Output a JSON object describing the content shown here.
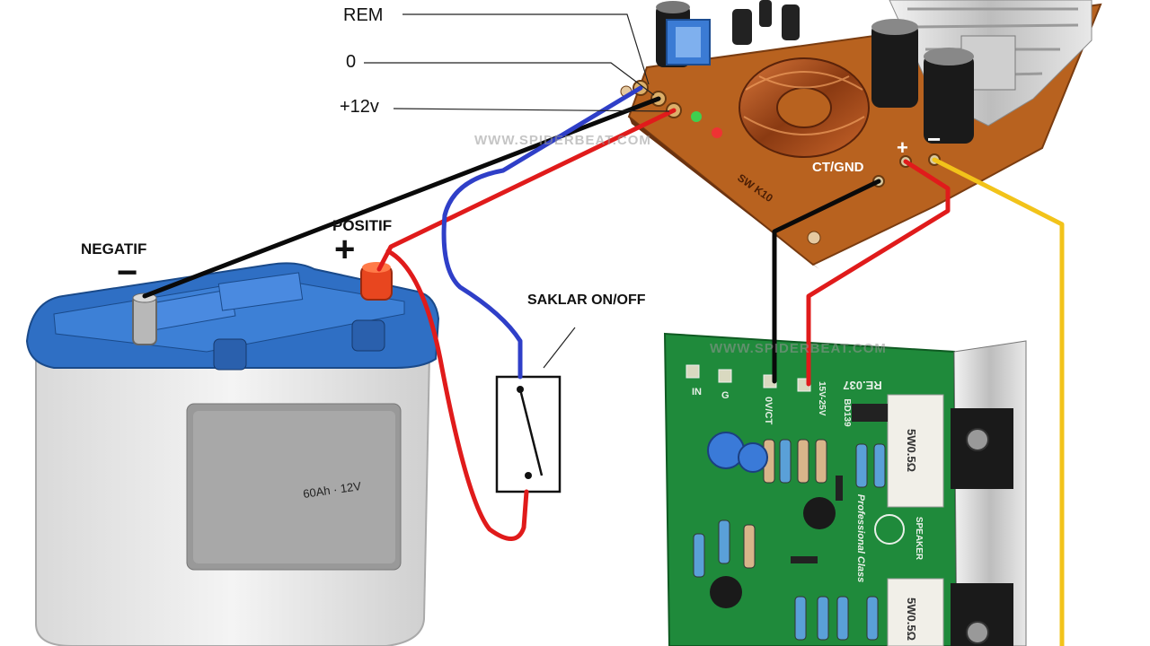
{
  "labels": {
    "rem": "REM",
    "zero": "0",
    "plus12v": "+12v",
    "positif": "POSITIF",
    "negatif": "NEGATIF",
    "plus_sign": "+",
    "minus_sign": "−",
    "saklar": "SAKLAR ON/OFF",
    "ct_gnd": "CT/GND",
    "out_plus": "+",
    "out_minus": "−"
  },
  "watermarks": {
    "top": "WWW.SPIDERBEAT.COM",
    "bottom": "WWW.SPIDERBEAT.COM"
  },
  "battery": {
    "rating": "60Ah · 12V"
  },
  "smps_board": {
    "model": "SW K10"
  },
  "amp_board": {
    "code": "RE.037",
    "in": "IN",
    "g": "G",
    "ovct": "0V/CT",
    "supply": "15V-25V",
    "resistor1": "5W0.5Ω",
    "resistor2": "5W0.5Ω",
    "brand": "Professional Class",
    "speaker": "SPEAKER",
    "bd139": "BD139"
  },
  "colors": {
    "wire_black": "#0a0a0a",
    "wire_red": "#e01b1b",
    "wire_blue": "#2f3fc8",
    "wire_yellow": "#f2c31a",
    "battery_blue": "#2f6fc4",
    "smps_pcb": "#b8621f",
    "amp_pcb": "#1f8a3b"
  }
}
